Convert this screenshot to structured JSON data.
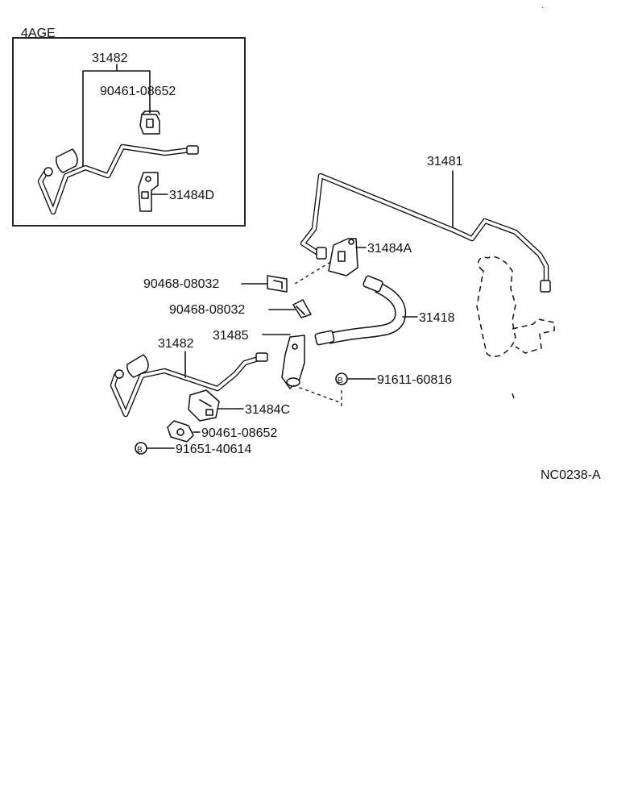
{
  "diagram": {
    "inset": {
      "engine_label": "4AGE",
      "part_31482": "31482",
      "part_90461": "90461-08652",
      "part_31484D": "31484D"
    },
    "parts": {
      "p31481": "31481",
      "p31484A": "31484A",
      "p90468_a": "90468-08032",
      "p90468_b": "90468-08032",
      "p31418": "31418",
      "p31485": "31485",
      "p31482": "31482",
      "p91611": "91611-60816",
      "p31484C": "31484C",
      "p90461": "90461-08652",
      "p91651": "91651-40614"
    },
    "bolt_marker": "B",
    "figure_code": "NC0238-A"
  }
}
